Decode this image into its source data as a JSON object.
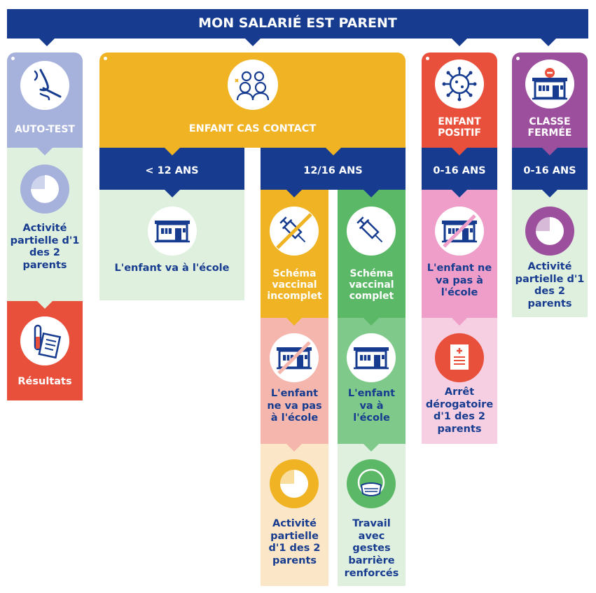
{
  "title": "MON SALARIÉ EST PARENT",
  "colors": {
    "navy": "#173c8f",
    "lavender": "#a6b1dc",
    "yellow": "#efb323",
    "red": "#e8503c",
    "purple": "#9b4f9d",
    "green": "#5bb867",
    "light_green": "#dff0df",
    "pink": "#ee9ec9",
    "light_pink": "#f7cfe3",
    "salmon": "#f4b6ad",
    "cream": "#fbe7c7"
  },
  "auto_test": {
    "header": "AUTO-TEST",
    "activity": "Activité partielle d'1 des 2 parents",
    "results": "Résultats"
  },
  "contact": {
    "header": "ENFANT CAS CONTACT",
    "under12": {
      "label": "< 12 ANS",
      "text": "L'enfant va à l'école"
    },
    "age12_16": {
      "label": "12/16 ANS",
      "incomplete": {
        "label": "Schéma vaccinal incomplet",
        "school": "L'enfant ne va pas à l'école",
        "activity": "Activité partielle d'1 des 2 parents"
      },
      "complete": {
        "label": "Schéma vaccinal complet",
        "school": "L'enfant va à l'école",
        "work": "Travail avec gestes barrière renforcés"
      }
    }
  },
  "positive": {
    "header": "ENFANT POSITIF",
    "age": "0-16 ANS",
    "school": "L'enfant ne va pas à l'école",
    "leave": "Arrêt dérogatoire d'1 des 2 parents"
  },
  "closed": {
    "header": "CLASSE FERMÉE",
    "age": "0-16 ANS",
    "activity": "Activité partielle d'1 des 2 parents"
  },
  "icons": {
    "nose_swab": "nose-swab-icon",
    "family": "family-icon",
    "virus": "virus-icon",
    "school_closed": "school-closed-icon",
    "clock": "clock-icon",
    "test_tube": "test-tube-icon",
    "school": "school-icon",
    "syringe": "syringe-icon",
    "mask": "mask-icon",
    "document": "document-icon"
  }
}
